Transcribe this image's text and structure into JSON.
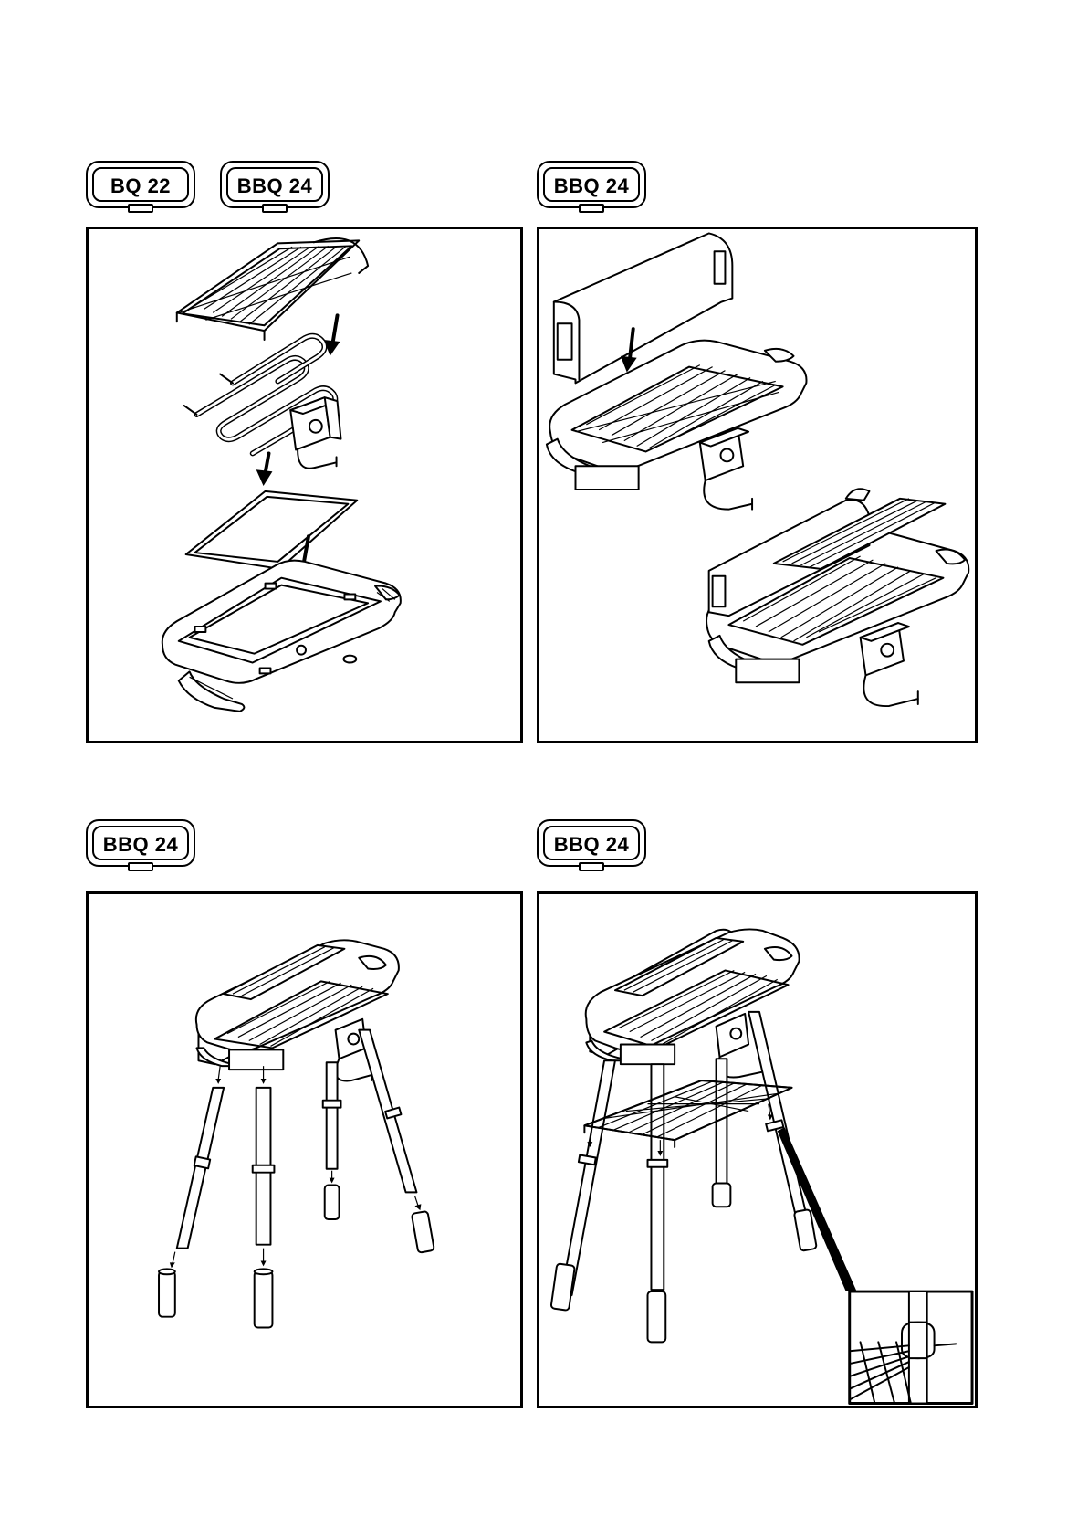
{
  "figures": [
    {
      "tags": [
        {
          "label": "BQ 22"
        },
        {
          "label": "BBQ 24"
        }
      ]
    },
    {
      "tags": [
        {
          "label": "BBQ 24"
        }
      ]
    },
    {
      "tags": [
        {
          "label": "BBQ 24"
        }
      ]
    },
    {
      "tags": [
        {
          "label": "BBQ 24"
        }
      ]
    }
  ]
}
